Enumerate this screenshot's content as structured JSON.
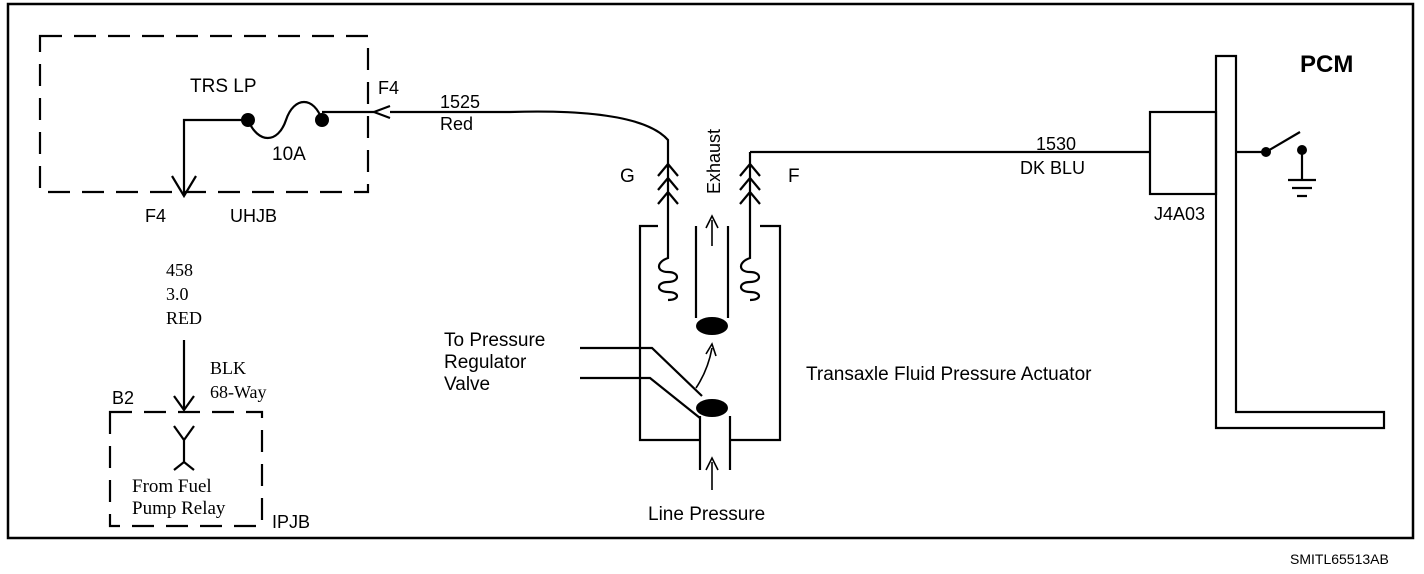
{
  "upper_box": {
    "fuse_name": "TRS LP",
    "fuse_rating": "10A",
    "cavity_in": "F4",
    "cavity_out": "F4",
    "block_name": "UHJB"
  },
  "feed_circuit": {
    "number": "458",
    "gauge": "3.0",
    "color": "RED"
  },
  "lower_box": {
    "connector_color": "BLK",
    "connector_type": "68-Way",
    "cavity": "B2",
    "source_line1": "From Fuel",
    "source_line2": "Pump Relay",
    "block_name": "IPJB"
  },
  "wire_1525": {
    "number": "1525",
    "color": "Red"
  },
  "actuator": {
    "pin_g": "G",
    "pin_f": "F",
    "exhaust_label": "Exhaust",
    "regulator_line1": "To Pressure",
    "regulator_line2": "Regulator",
    "regulator_line3": "Valve",
    "line_pressure": "Line Pressure",
    "name": "Transaxle Fluid Pressure Actuator"
  },
  "wire_1530": {
    "number": "1530",
    "color": "DK BLU"
  },
  "pcm": {
    "title": "PCM",
    "connector": "J4A03"
  },
  "footer": {
    "figure_id": "SMITL65513AB"
  }
}
